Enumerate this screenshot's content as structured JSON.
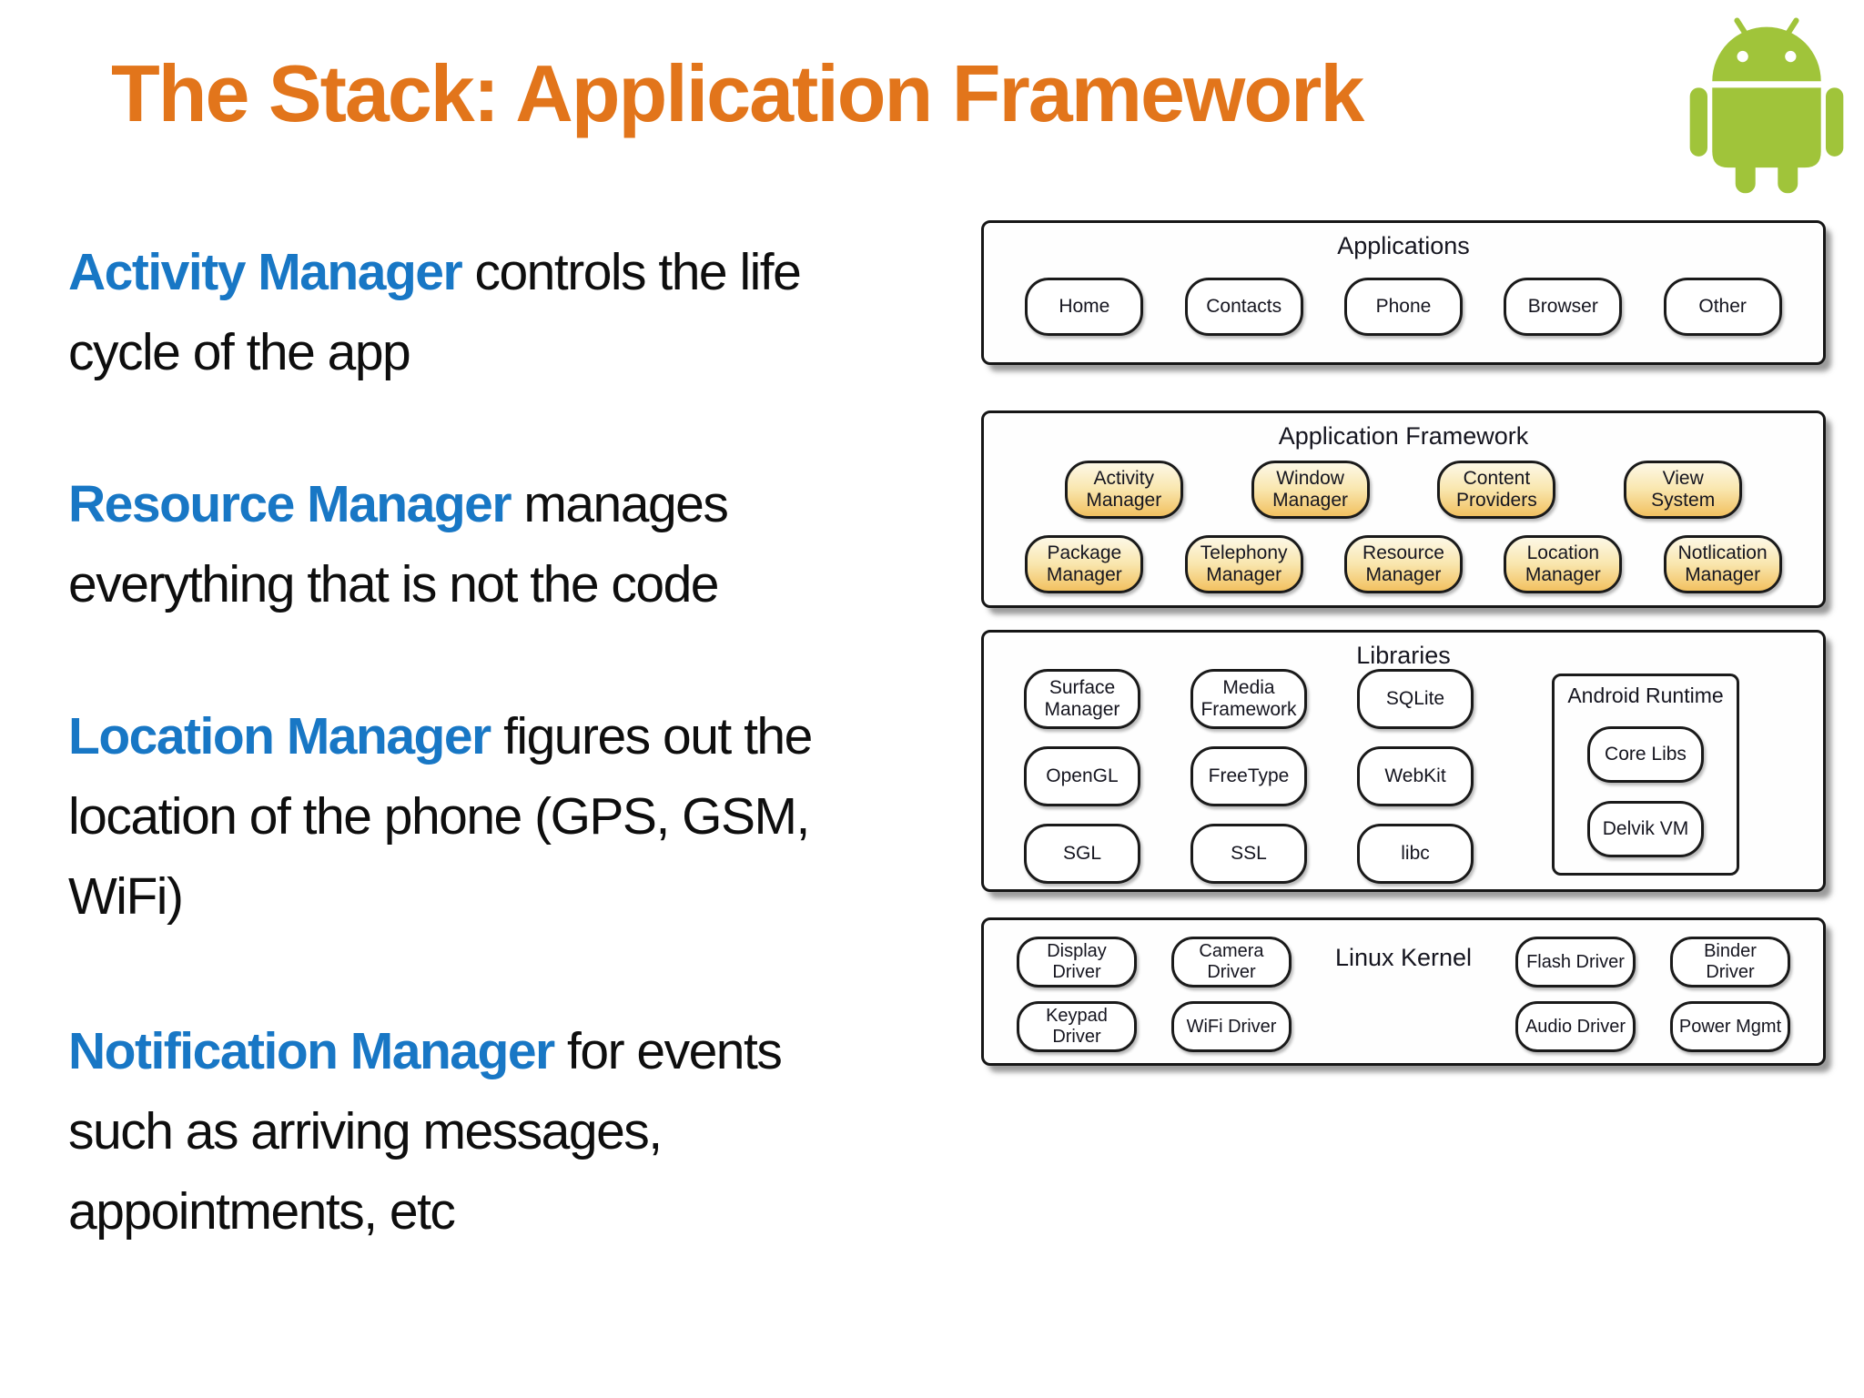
{
  "slide": {
    "title": "The Stack: Application Framework",
    "title_color": "#E2751B",
    "accent_blue": "#1877C5",
    "android_green": "#A0C43A",
    "pill_gradient_top": "#FDF8E6",
    "pill_gradient_bottom": "#F2C160"
  },
  "logo": {
    "name": "android-robot"
  },
  "paragraphs": [
    {
      "name": "Activity Manager",
      "lines": [
        [
          {
            "hl": true,
            "t": "Activity Manager"
          },
          {
            "t": " controls the life"
          }
        ],
        [
          {
            "t": "cycle of the app"
          }
        ]
      ]
    },
    {
      "name": "Resource Manager",
      "lines": [
        [
          {
            "hl": true,
            "t": "Resource Manager"
          },
          {
            "t": " manages"
          }
        ],
        [
          {
            "t": "everything that is not the code"
          }
        ]
      ]
    },
    {
      "name": "Location Manager",
      "lines": [
        [
          {
            "hl": true,
            "t": "Location Manager"
          },
          {
            "t": " figures out the"
          }
        ],
        [
          {
            "t": "location of the phone (GPS, GSM,"
          }
        ],
        [
          {
            "t": "WiFi)"
          }
        ]
      ]
    },
    {
      "name": "Notification Manager",
      "lines": [
        [
          {
            "hl": true,
            "t": "Notification Manager"
          },
          {
            "t": " for events"
          }
        ],
        [
          {
            "t": "such as arriving messages,"
          }
        ],
        [
          {
            "t": "appointments, etc"
          }
        ]
      ]
    }
  ],
  "diagram": {
    "applications": {
      "title": "Applications",
      "pills": [
        "Home",
        "Contacts",
        "Phone",
        "Browser",
        "Other"
      ]
    },
    "framework": {
      "title": "Application Framework",
      "rows": [
        [
          "Activity Manager",
          "Window Manager",
          "Content Providers",
          "View System"
        ],
        [
          "Package Manager",
          "Telephony Manager",
          "Resource Manager",
          "Location Manager",
          "Notlication Manager"
        ]
      ]
    },
    "libraries": {
      "title": "Libraries",
      "grid": [
        [
          "Surface Manager",
          "Media Framework",
          "SQLite"
        ],
        [
          "OpenGL",
          "FreeType",
          "WebKit"
        ],
        [
          "SGL",
          "SSL",
          "libc"
        ]
      ],
      "runtime": {
        "title": "Android Runtime",
        "pills": [
          "Core Libs",
          "Delvik VM"
        ]
      }
    },
    "kernel": {
      "title": "Linux Kernel",
      "columns": [
        [
          "Display Driver",
          "Keypad Driver"
        ],
        [
          "Camera Driver",
          "WiFi Driver"
        ],
        [
          "Flash Driver",
          "Audio Driver"
        ],
        [
          "Binder Driver",
          "Power Mgmt"
        ]
      ]
    }
  }
}
